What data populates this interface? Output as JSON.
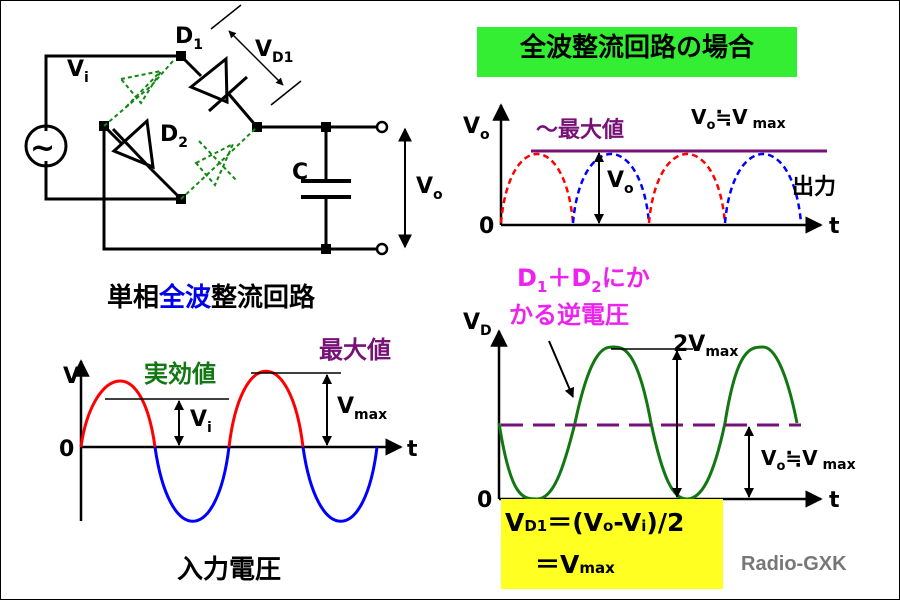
{
  "circuit": {
    "title_parts": [
      "単相",
      "全波",
      "整流回路"
    ],
    "title_colors": [
      "#000000",
      "#0000ee",
      "#000000"
    ],
    "d1": "D",
    "d1_sub": "1",
    "d2": "D",
    "d2_sub": "2",
    "vd1": "V",
    "vd1_sub": "D1",
    "vi": "V",
    "vi_sub": "i",
    "c": "C",
    "vo": "V",
    "vo_sub": "o",
    "ac_symbol": "~"
  },
  "input_graph": {
    "caption": "入力電圧",
    "v_axis": "V",
    "t_axis": "t",
    "zero": "0",
    "rms_label": "実効値",
    "max_label": "最大値",
    "vi": "V",
    "vi_sub": "i",
    "vmax": "V",
    "vmax_sub": "max"
  },
  "title_box": {
    "text": "全波整流回路の場合"
  },
  "output_graph": {
    "vo_axis": "V",
    "vo_axis_sub": "o",
    "t_axis": "t",
    "zero": "0",
    "max_label": "～最大値",
    "eq_v": "V",
    "eq_sub": "o",
    "eq_rest": "≒V",
    "eq_max": " max",
    "output_label": "出力",
    "vo": "V",
    "vo_sub": "o"
  },
  "reverse_graph": {
    "label_line1_a": "D",
    "label_line1_a_sub": "1",
    "label_line1_b": "＋D",
    "label_line1_b_sub": "2",
    "label_line1_c": "にか",
    "label_line2": "かる逆電圧",
    "vd_axis": "V",
    "vd_axis_sub": "D",
    "t_axis": "t",
    "zero": "0",
    "two_vmax": "2V",
    "two_vmax_sub": "max",
    "eq_v": "V",
    "eq_sub": "o",
    "eq_rest": "≒V",
    "eq_max": " max"
  },
  "formula": {
    "line1_v": "V",
    "line1_sub": "D1",
    "line1_rest_a": "＝(V",
    "line1_sub2": "o",
    "line1_rest_b": "-V",
    "line1_sub3": "i",
    "line1_rest_c": ")/2",
    "line2": "＝V",
    "line2_sub": "max"
  },
  "credit": "Radio-GXK",
  "colors": {
    "red": "#ff0000",
    "blue": "#0000ff",
    "green": "#117711",
    "purple": "#771177",
    "magenta": "#ee22ee",
    "dashed_green": "#118811",
    "title_green": "#33ee33",
    "formula_yellow": "#ffff22"
  }
}
